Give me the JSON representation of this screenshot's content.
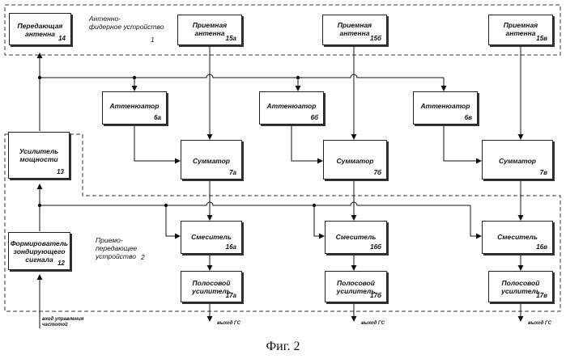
{
  "groups": {
    "antenna_feeder": {
      "title": "Антенно-\nфидерное устройство",
      "number": "1"
    },
    "transceiver": {
      "title": "Приемо-\nпередающее\nустройство",
      "number": "2"
    }
  },
  "blocks": {
    "tx_antenna": {
      "name": "Передающая\nантенна",
      "number": "14"
    },
    "rx_antenna_a": {
      "name": "Приемная\nантенна",
      "number": "15а"
    },
    "rx_antenna_b": {
      "name": "Приемная\nантенна",
      "number": "15б"
    },
    "rx_antenna_v": {
      "name": "Приемная\nантенна",
      "number": "15в"
    },
    "attenuator_a": {
      "name": "Аттенюатор",
      "number": "6а"
    },
    "attenuator_b": {
      "name": "Аттенюатор",
      "number": "6б"
    },
    "attenuator_v": {
      "name": "Аттенюатор",
      "number": "6в"
    },
    "summator_a": {
      "name": "Сумматор",
      "number": "7а"
    },
    "summator_b": {
      "name": "Сумматор",
      "number": "7б"
    },
    "summator_v": {
      "name": "Сумматор",
      "number": "7в"
    },
    "power_amp": {
      "name": "Усилитель\nмощности",
      "number": "13"
    },
    "signal_former": {
      "name": "Формирователь\nзондирующего\nсигнала",
      "number": "12"
    },
    "mixer_a": {
      "name": "Смеситель",
      "number": "16а"
    },
    "mixer_b": {
      "name": "Смеситель",
      "number": "16б"
    },
    "mixer_v": {
      "name": "Смеситель",
      "number": "16в"
    },
    "bandpass_a": {
      "name": "Полосовой\nусилитель",
      "number": "17а"
    },
    "bandpass_b": {
      "name": "Полосовой\nусилитель",
      "number": "17б"
    },
    "bandpass_v": {
      "name": "Полосовой\nусилитель",
      "number": "17в"
    }
  },
  "labels": {
    "freq_input": "вход управления\nчастотой",
    "output_a": "выход ГС",
    "output_b": "выход ГС",
    "output_v": "выход ГС"
  },
  "caption": "Фиг. 2"
}
